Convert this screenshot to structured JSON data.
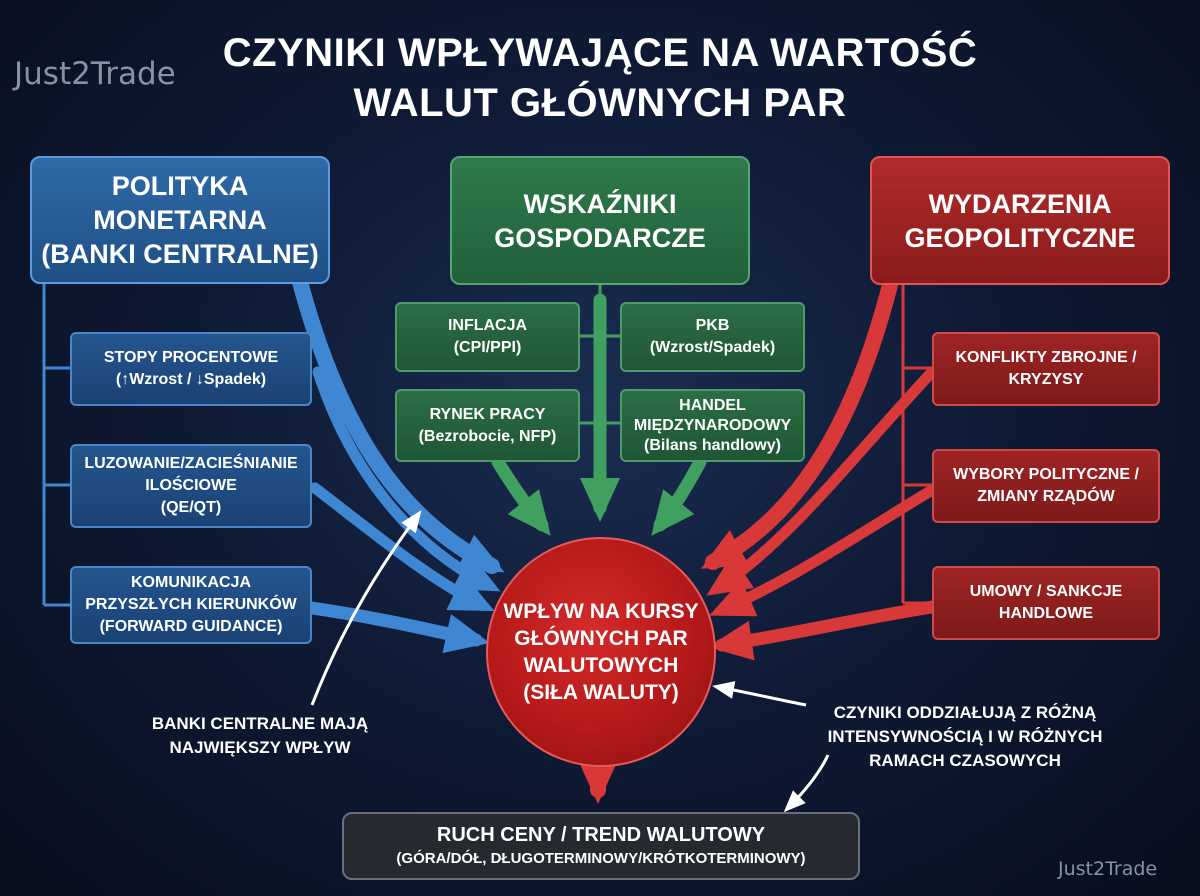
{
  "title": {
    "line1": "CZYNIKI WPŁYWAJĄCE NA WARTOŚĆ",
    "line2": "WALUT GŁÓWNYCH PAR"
  },
  "watermark": {
    "top_left": "Just2Trade",
    "bottom_right": "Just2Trade"
  },
  "monetary": {
    "title": [
      "POLITYKA",
      "MONETARNA",
      "(BANKI CENTRALNE)"
    ],
    "items": [
      [
        "STOPY PROCENTOWE",
        "(↑Wzrost / ↓Spadek)"
      ],
      [
        "LUZOWANIE/ZACIEŚNIANIE",
        "ILOŚCIOWE",
        "(QE/QT)"
      ],
      [
        "KOMUNIKACJA",
        "PRZYSZŁYCH KIERUNKÓW",
        "(FORWARD GUIDANCE)"
      ]
    ]
  },
  "economic": {
    "title": [
      "WSKAŹNIKI",
      "GOSPODARCZE"
    ],
    "items": [
      [
        "INFLACJA",
        "(CPI/PPI)"
      ],
      [
        "PKB",
        "(Wzrost/Spadek)"
      ],
      [
        "RYNEK PRACY",
        "(Bezrobocie, NFP)"
      ],
      [
        "HANDEL",
        "MIĘDZYNARODOWY",
        "(Bilans handlowy)"
      ]
    ]
  },
  "geopolitical": {
    "title": [
      "WYDARZENIA",
      "GEOPOLITYCZNE"
    ],
    "items": [
      [
        "KONFLIKTY ZBROJNE /",
        "KRYZYSY"
      ],
      [
        "WYBORY POLITYCZNE /",
        "ZMIANY RZĄDÓW"
      ],
      [
        "UMOWY / SANKCJE",
        "HANDLOWE"
      ]
    ]
  },
  "center": [
    "WPŁYW NA KURSY",
    "GŁÓWNYCH PAR",
    "WALUTOWYCH",
    "(SIŁA WALUTY)"
  ],
  "notes": {
    "left": [
      "BANKI CENTRALNE MAJĄ",
      "NAJWIĘKSZY WPŁYW"
    ],
    "right": [
      "CZYNIKI ODDZIAŁUJĄ Z RÓŻNĄ",
      "INTENSYWNOŚCIĄ I W RÓŻNYCH",
      "RAMACH CZASOWYCH"
    ]
  },
  "bottom": {
    "line1": "RUCH CENY / TREND WALUTOWY",
    "line2": "(GÓRA/DÓŁ, DŁUGOTERMINOWY/KRÓTKOTERMINOWY)"
  },
  "colors": {
    "blue": "#2f6aa7",
    "green": "#2f7a4c",
    "red": "#b02a2a",
    "arrow_blue": "#3f86d3",
    "arrow_green": "#3fa05f",
    "arrow_red": "#d93838"
  }
}
